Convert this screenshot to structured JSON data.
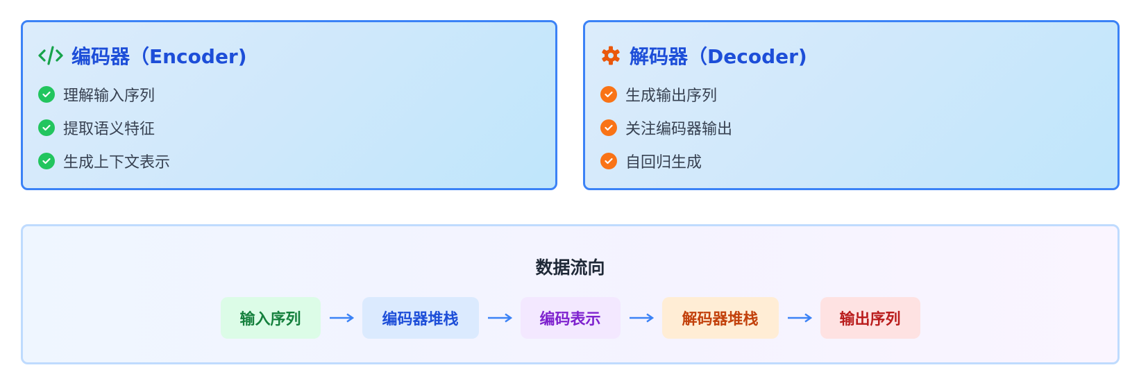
{
  "encoder": {
    "icon": "code-icon",
    "title": "编码器（Encoder)",
    "items": [
      "理解输入序列",
      "提取语义特征",
      "生成上下文表示"
    ],
    "accent": "#22c55e"
  },
  "decoder": {
    "icon": "gear-icon",
    "title": "解码器（Decoder)",
    "items": [
      "生成输出序列",
      "关注编码器输出",
      "自回归生成"
    ],
    "accent": "#f97316"
  },
  "flow": {
    "title": "数据流向",
    "steps": [
      {
        "label": "输入序列",
        "bg": "#dcfce7",
        "color": "#15803d"
      },
      {
        "label": "编码器堆栈",
        "bg": "#dbeafe",
        "color": "#1d4ed8"
      },
      {
        "label": "编码表示",
        "bg": "#f3e8ff",
        "color": "#7e22ce"
      },
      {
        "label": "解码器堆栈",
        "bg": "#ffedd5",
        "color": "#c2410c"
      },
      {
        "label": "输出序列",
        "bg": "#fee2e2",
        "color": "#b91c1c"
      }
    ],
    "arrow": "right-arrow-icon",
    "arrow_color": "#3b82f6"
  }
}
